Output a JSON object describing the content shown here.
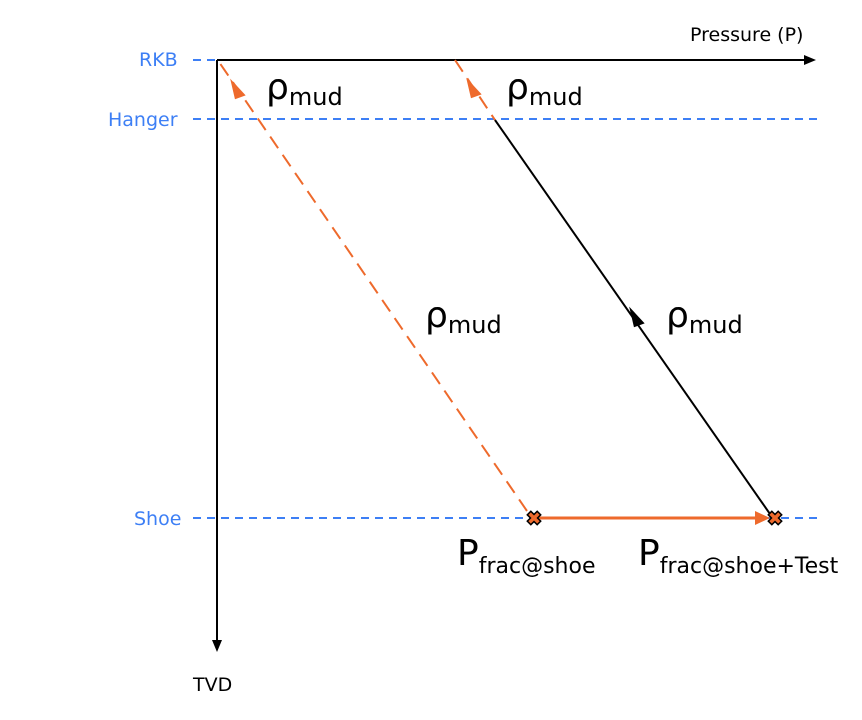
{
  "axes": {
    "x_label": "Pressure (P)",
    "y_label": "TVD"
  },
  "depth_levels": [
    {
      "label": "RKB"
    },
    {
      "label": "Hanger"
    },
    {
      "label": "Shoe"
    }
  ],
  "gradient_labels": [
    {
      "symbol": "ρ",
      "sub": "mud"
    },
    {
      "symbol": "ρ",
      "sub": "mud"
    },
    {
      "symbol": "ρ",
      "sub": "mud"
    },
    {
      "symbol": "ρ",
      "sub": "mud"
    }
  ],
  "points": [
    {
      "symbol": "P",
      "sub": "frac@shoe"
    },
    {
      "symbol": "P",
      "sub": "frac@shoe+Test"
    }
  ],
  "colors": {
    "level": "#3d7ff5",
    "orange": "#ee6a2c",
    "axis": "#000000"
  }
}
